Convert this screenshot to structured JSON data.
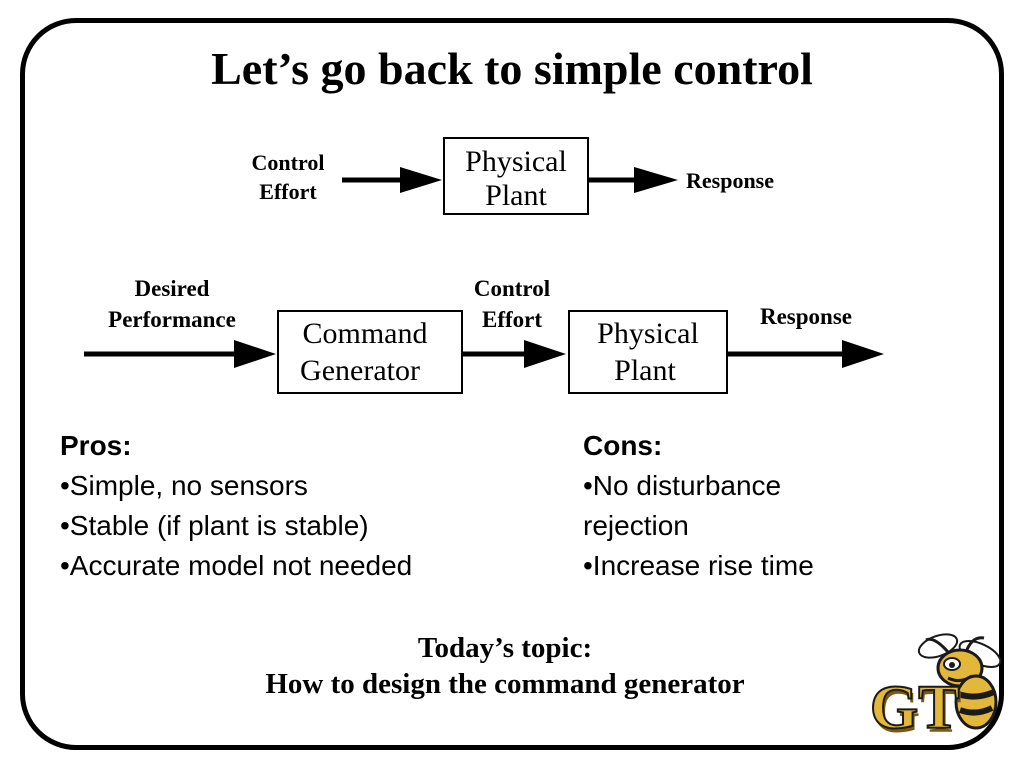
{
  "slide": {
    "title": "Let’s go back to simple control"
  },
  "diagram_top": {
    "input_label_line1": "Control",
    "input_label_line2": "Effort",
    "block_line1": "Physical",
    "block_line2": "Plant",
    "output_label": "Response"
  },
  "diagram_bottom": {
    "input_label_line1": "Desired",
    "input_label_line2": "Performance",
    "block1_line1": "Command",
    "block1_line2": "Generator",
    "mid_label_line1": "Control",
    "mid_label_line2": "Effort",
    "block2_line1": "Physical",
    "block2_line2": "Plant",
    "output_label": "Response"
  },
  "pros": {
    "heading": "Pros:",
    "items": [
      "•Simple, no sensors",
      "•Stable (if plant is stable)",
      "•Accurate model not needed"
    ]
  },
  "cons": {
    "heading": "Cons:",
    "items": [
      "•No disturbance",
      "rejection",
      "•Increase rise time"
    ]
  },
  "footer": {
    "line1": "Today’s topic:",
    "line2": "How to design the command generator"
  },
  "logo": {
    "text": "GT",
    "icon": "yellow-jacket-mascot-icon",
    "colors": {
      "gold": "#e3b73a",
      "dark": "#1a1a1a",
      "shadow": "#7a5a10"
    }
  }
}
